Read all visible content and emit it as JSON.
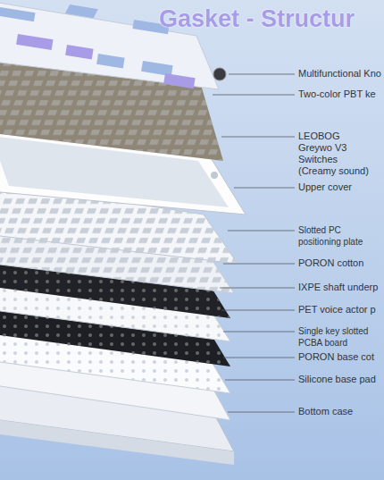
{
  "diagram": {
    "title": "Gasket - Structur",
    "labels": [
      "Multifunctional Kno",
      "Two-color PBT ke",
      "LEOBOG Greywo V3 Switches (Creamy sound)",
      "Upper cover",
      "Slotted PC positioning plate",
      "PORON cotton",
      "IXPE shaft underp",
      "PET voice actor p",
      "Single key slotted PCBA board",
      "PORON base cot",
      "Silicone base pad",
      "Bottom case"
    ]
  }
}
